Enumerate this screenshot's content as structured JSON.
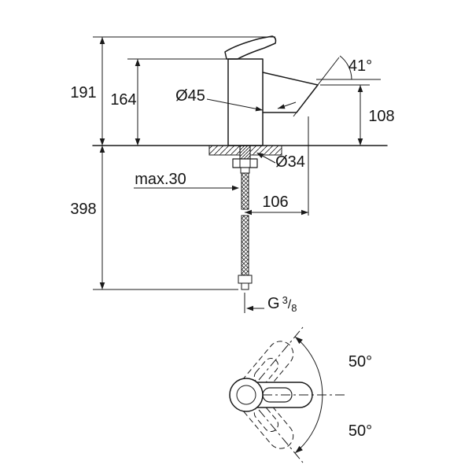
{
  "colors": {
    "line": "#1a1a1a",
    "background": "#ffffff"
  },
  "side_view": {
    "total_height": "191",
    "faucet_height": "164",
    "body_diameter": "Ø45",
    "spout_angle": "41°",
    "spout_height": "108",
    "max_mounting_thickness": "max.30",
    "mounting_hole_diameter": "Ø34",
    "spout_projection": "106",
    "hose_length": "398",
    "thread": {
      "prefix": "G",
      "numerator": "3",
      "slash": "/",
      "denominator": "8"
    }
  },
  "top_view": {
    "swivel_angle_upper": "50°",
    "swivel_angle_lower": "50°"
  }
}
